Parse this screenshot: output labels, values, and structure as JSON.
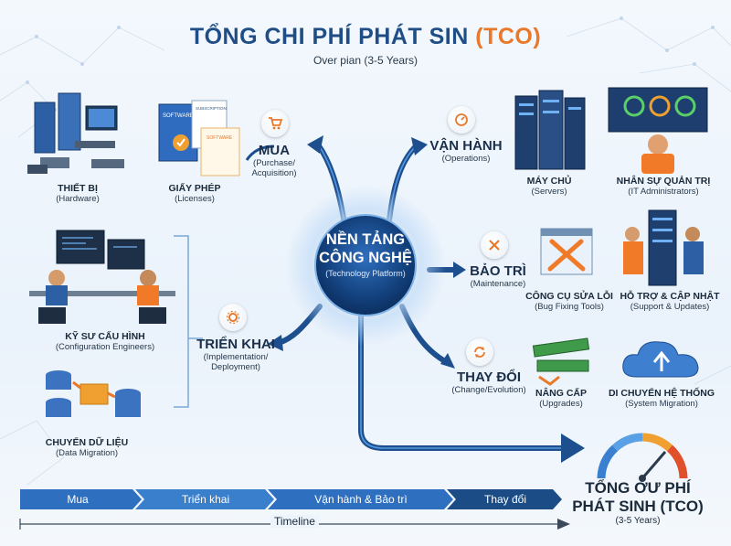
{
  "header": {
    "title": "TỔNG CHI PHÍ PHÁT SIN",
    "title_tco": "(TCO)",
    "subtitle": "Over pian (3-5 Years)"
  },
  "center": {
    "line1": "NỀN TẢNG",
    "line2": "CÔNG NGHỆ",
    "en": "(Technology Platform)"
  },
  "categories": {
    "purchase": {
      "vi": "MUA",
      "en1": "(Purchase/",
      "en2": "Acquisition)"
    },
    "operations": {
      "vi": "VẬN HÀNH",
      "en1": "(Operations)"
    },
    "maintenance": {
      "vi": "BẢO TRÌ",
      "en1": "(Maintenance)"
    },
    "implementation": {
      "vi": "TRIỂN KHAI",
      "en1": "(Implementation/",
      "en2": "Deployment)"
    },
    "change": {
      "vi": "THAY ĐỔI",
      "en1": "(Change/Evolution)"
    }
  },
  "items": {
    "hardware": {
      "vi": "THIẾT BỊ",
      "en": "(Hardware)"
    },
    "licenses": {
      "vi": "GIẤY PHÉP",
      "en": "(Licenses)"
    },
    "servers": {
      "vi": "MÁY CHỦ",
      "en": "(Servers)"
    },
    "it_admins": {
      "vi": "NHÂN SỰ QUẢN TRỊ",
      "en": "(IT Administrators)"
    },
    "config_engineers": {
      "vi": "KỸ SƯ CẤU HÌNH",
      "en": "(Configuration Engineers)"
    },
    "bug_tools": {
      "vi": "CÔNG CỤ SỬA LỖI",
      "en": "(Bug Fixing Tools)"
    },
    "support": {
      "vi": "HỖ TRỢ & CẬP NHẬT",
      "en": "(Support & Updates)"
    },
    "upgrades": {
      "vi": "NÂNG CẤP",
      "en": "(Upgrades)"
    },
    "system_migration": {
      "vi": "DI CHUYỂN HỆ THỐNG",
      "en": "(System Migration)"
    },
    "data_migration": {
      "vi": "CHUYỂN DỮ LIỆU",
      "en": "(Data Migration)"
    }
  },
  "image_text": {
    "software_box": "SOFTWARE",
    "subscription": "SUBSCRIPTION",
    "license_doc": "SOFTWARE"
  },
  "timeline": {
    "stages": [
      "Mua",
      "Triển khai",
      "Vận hành & Bảo trì",
      "Thay đổi"
    ],
    "label": "Timeline"
  },
  "tco": {
    "line1": "TỔNG ƠƯ PHÍ",
    "line2": "PHÁT SINH (TCO)",
    "years": "(3-5 Years)"
  },
  "colors": {
    "title_blue": "#1f4e86",
    "accent_orange": "#e8782a",
    "flow_blue": "#1d4f8f",
    "timeline_dark": "#1c4c86",
    "timeline_light": "#4f94d6"
  }
}
